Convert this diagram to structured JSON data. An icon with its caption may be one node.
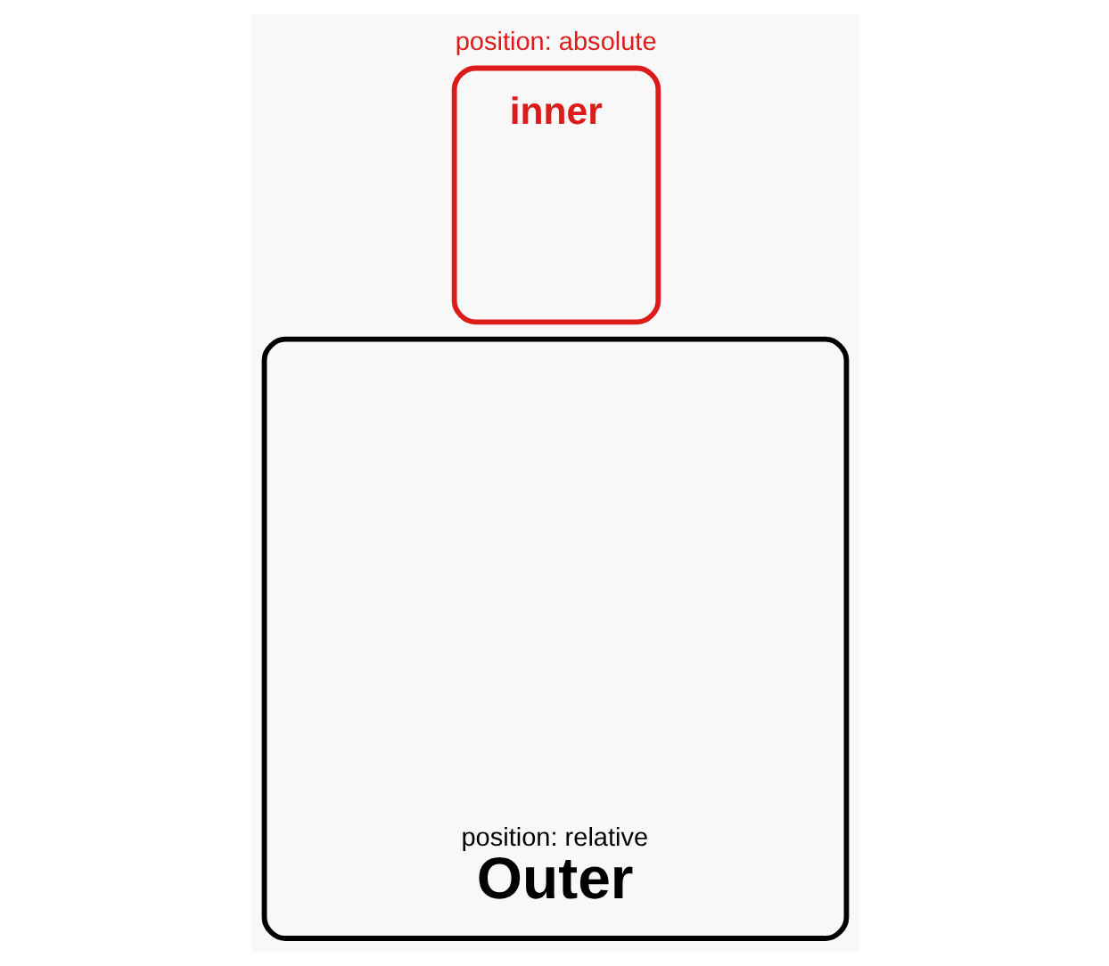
{
  "diagram": {
    "nodes": [
      {
        "text": [
          "position: absolute",
          "inner"
        ]
      },
      {
        "text": [
          "position: relative",
          "Outer"
        ]
      }
    ]
  }
}
